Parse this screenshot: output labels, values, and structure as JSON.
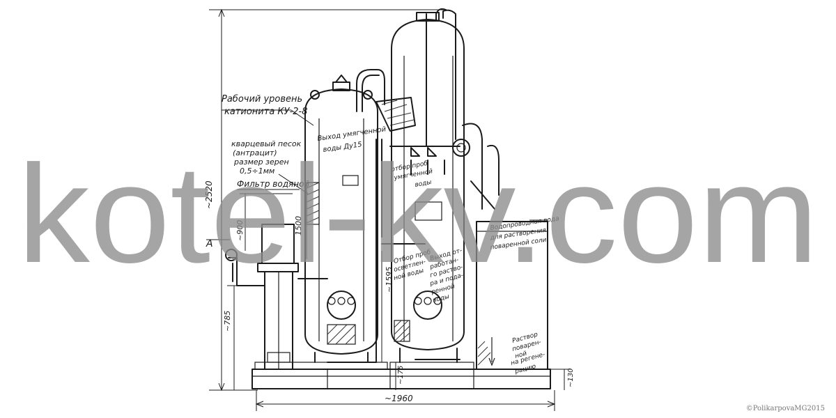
{
  "labels": {
    "working_level_1": "Рабочий уровень",
    "working_level_2": "катионита КУ-2-8",
    "quartz_1": "кварцевый песок",
    "quartz_2": "(антрацит)",
    "quartz_3": "размер зерен",
    "quartz_4": "0,5÷1мм",
    "water_filter": "Фильтр водяной",
    "soft_outlet_1": "Выход умягченной",
    "soft_outlet_2": "воды Ду15",
    "sample_soft_1": "отбор проб",
    "sample_soft_2": "умягченной",
    "sample_soft_3": "воды",
    "sample_raw_1": "Отбор проб",
    "sample_raw_2": "осветлен-",
    "sample_raw_3": "ной воды",
    "used_outlet_1": "Выход от-",
    "used_outlet_2": "работан-",
    "used_outlet_3": "го раство-",
    "used_outlet_4": "ра и пода-",
    "used_outlet_5": "ренной",
    "used_outlet_6": "воды",
    "city_water_1": "Водопроводная вода",
    "city_water_2": "для растворения",
    "city_water_3": "поваренной соли",
    "brine_1": "Раствор",
    "brine_2": "поварен-",
    "brine_3": "ной",
    "brine_4": "на регене-",
    "brine_5": "рацию",
    "marker_a": "А"
  },
  "dimensions": {
    "height_total": "~2520",
    "height_inlet": "~785",
    "dim_900": "~900",
    "dim_1500": "1500",
    "dim_1595": "~1595",
    "dim_175": "~175",
    "dim_130": "~130",
    "width_total": "~1960"
  },
  "watermark": "kotel-kv.com",
  "credit": "©PolikarpovaMG2015"
}
